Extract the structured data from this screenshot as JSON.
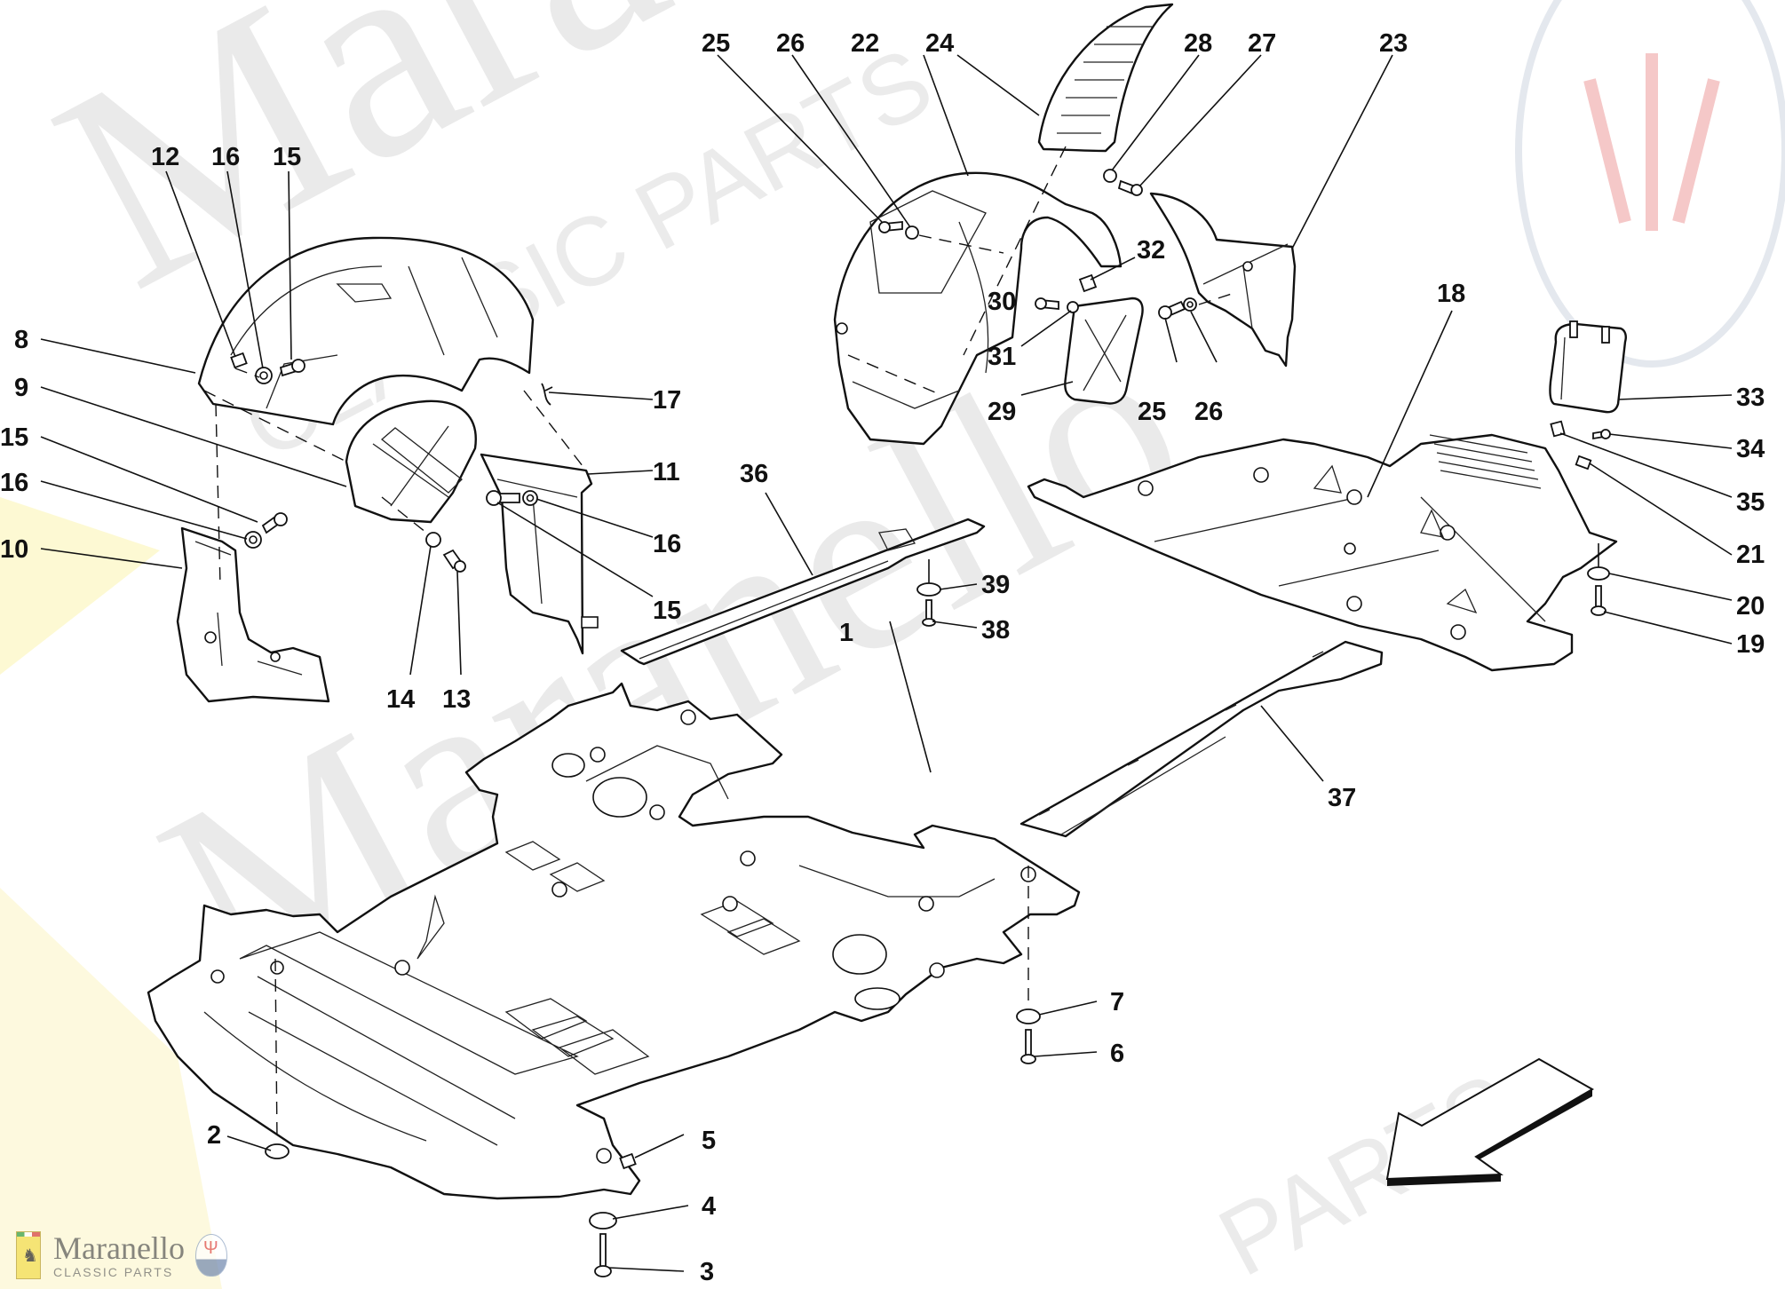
{
  "diagram": {
    "title": "Flat undertray and wheelhouses exploded view",
    "watermark": {
      "big_word_1": "Maranello",
      "big_word_2": "Maranello",
      "small_word": "CLASSIC PARTS",
      "small_word_2": "PARTS"
    },
    "callouts": [
      {
        "id": "c1",
        "label": "1"
      },
      {
        "id": "c2",
        "label": "2"
      },
      {
        "id": "c3",
        "label": "3"
      },
      {
        "id": "c4",
        "label": "4"
      },
      {
        "id": "c5",
        "label": "5"
      },
      {
        "id": "c6",
        "label": "6"
      },
      {
        "id": "c7",
        "label": "7"
      },
      {
        "id": "c8",
        "label": "8"
      },
      {
        "id": "c9",
        "label": "9"
      },
      {
        "id": "c10",
        "label": "10"
      },
      {
        "id": "c11",
        "label": "11"
      },
      {
        "id": "c12",
        "label": "12"
      },
      {
        "id": "c13",
        "label": "13"
      },
      {
        "id": "c14",
        "label": "14"
      },
      {
        "id": "c15a",
        "label": "15"
      },
      {
        "id": "c15b",
        "label": "15"
      },
      {
        "id": "c15c",
        "label": "15"
      },
      {
        "id": "c16a",
        "label": "16"
      },
      {
        "id": "c16b",
        "label": "16"
      },
      {
        "id": "c16c",
        "label": "16"
      },
      {
        "id": "c17",
        "label": "17"
      },
      {
        "id": "c18",
        "label": "18"
      },
      {
        "id": "c19",
        "label": "19"
      },
      {
        "id": "c20",
        "label": "20"
      },
      {
        "id": "c21",
        "label": "21"
      },
      {
        "id": "c22",
        "label": "22"
      },
      {
        "id": "c23",
        "label": "23"
      },
      {
        "id": "c24",
        "label": "24"
      },
      {
        "id": "c25a",
        "label": "25"
      },
      {
        "id": "c25b",
        "label": "25"
      },
      {
        "id": "c26a",
        "label": "26"
      },
      {
        "id": "c26b",
        "label": "26"
      },
      {
        "id": "c27",
        "label": "27"
      },
      {
        "id": "c28",
        "label": "28"
      },
      {
        "id": "c29",
        "label": "29"
      },
      {
        "id": "c30",
        "label": "30"
      },
      {
        "id": "c31",
        "label": "31"
      },
      {
        "id": "c32",
        "label": "32"
      },
      {
        "id": "c33",
        "label": "33"
      },
      {
        "id": "c34",
        "label": "34"
      },
      {
        "id": "c35",
        "label": "35"
      },
      {
        "id": "c36",
        "label": "36"
      },
      {
        "id": "c37",
        "label": "37"
      },
      {
        "id": "c38",
        "label": "38"
      },
      {
        "id": "c39",
        "label": "39"
      }
    ],
    "direction_arrow": "front-of-car-arrow"
  },
  "logo": {
    "brand_name": "Maranello",
    "brand_subtitle": "CLASSIC PARTS",
    "left_badge": "Ferrari",
    "right_badge": "MASERATI",
    "colors": {
      "ferrari_yellow": "#f3dc4a",
      "maserati_blue": "#6f87ad",
      "maserati_red": "#d44444"
    }
  }
}
